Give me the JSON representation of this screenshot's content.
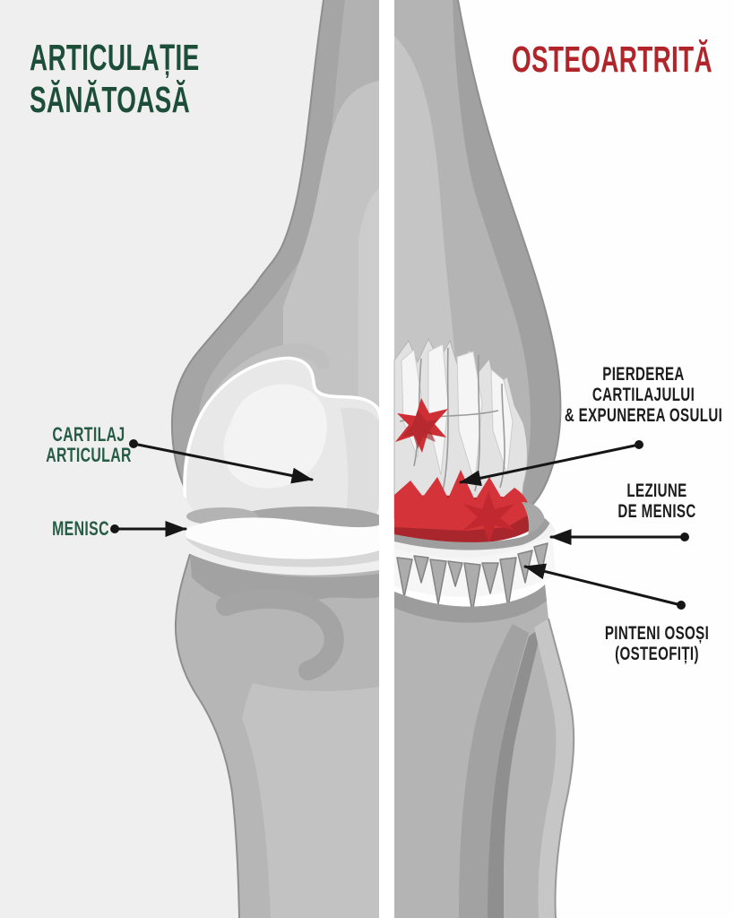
{
  "left_panel": {
    "title_lines": [
      "ARTICULAȚIE",
      "SĂNĂTOASĂ"
    ],
    "title_color": "#1d4e3a",
    "label_color": "#265c46",
    "labels": {
      "cartilage": {
        "line1": "CARTILAJ",
        "line2": "ARTICULAR"
      },
      "meniscus": {
        "line1": "MENISC"
      }
    }
  },
  "right_panel": {
    "title": "OSTEOARTRITĂ",
    "title_color": "#b1242a",
    "label_color": "#1c1c1c",
    "labels": {
      "cartilage_loss": {
        "line1": "PIERDEREA",
        "line2": "CARTILAJULUI",
        "line3": "& EXPUNEREA OSULUI"
      },
      "meniscus_lesion": {
        "line1": "LEZIUNE",
        "line2": "DE MENISC"
      },
      "bone_spurs": {
        "line1": "PINTENI OSOȘI",
        "line2": "(OSTEOFIȚI)"
      }
    }
  },
  "colors": {
    "background_left": "#efefef",
    "background_right": "#fefefe",
    "divider": "#ffffff",
    "bone": "#b6b6b6",
    "bone_shadow": "#a2a2a2",
    "bone_highlight": "#c6c6c6",
    "cartilage": "#e8e8e8",
    "cartilage_highlight": "#f3f3f3",
    "meniscus": "#fcfcfc",
    "inflammation_red": "#d4333a",
    "inflammation_dark_red": "#a8262c",
    "annotation": "#161616"
  }
}
